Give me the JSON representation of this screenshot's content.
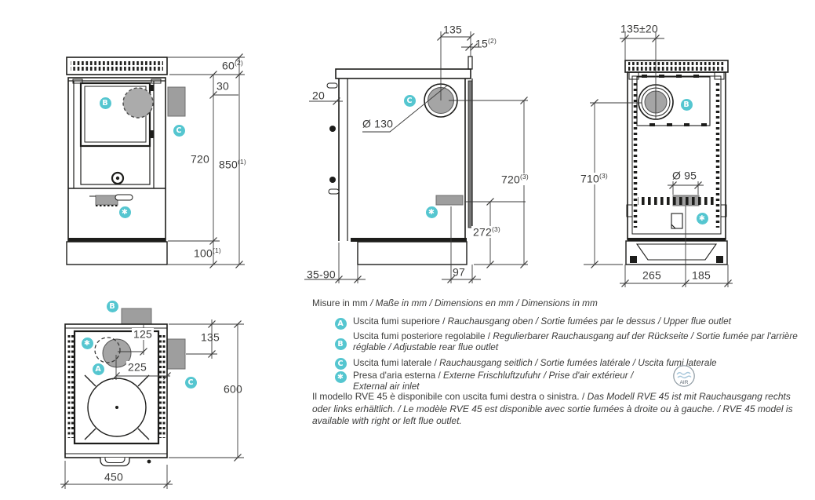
{
  "colors": {
    "accent": "#55c6d0",
    "line": "#1d1d1b",
    "dim_line": "#3a3a39",
    "gray_fill": "#9e9e9e"
  },
  "badges": {
    "a": "A",
    "b": "B",
    "c": "C",
    "air": "✱"
  },
  "views": {
    "front": {
      "dims": {
        "d60": {
          "v": "60",
          "s": "(2)"
        },
        "d30": {
          "v": "30",
          "s": ""
        },
        "d720": {
          "v": "720",
          "s": ""
        },
        "d850": {
          "v": "850",
          "s": "(1)"
        },
        "d100": {
          "v": "100",
          "s": "(1)"
        }
      }
    },
    "side": {
      "dims": {
        "d135": {
          "v": "135",
          "s": ""
        },
        "d15": {
          "v": "15",
          "s": "(2)"
        },
        "d20": {
          "v": "20",
          "s": ""
        },
        "dflue": {
          "v": "Ø 130",
          "s": ""
        },
        "d720": {
          "v": "720",
          "s": "(3)"
        },
        "d272": {
          "v": "272",
          "s": "(3)"
        },
        "d3590": {
          "v": "35-90",
          "s": ""
        },
        "d97": {
          "v": "97",
          "s": ""
        }
      }
    },
    "rear": {
      "dims": {
        "d135": {
          "v": "135±20",
          "s": ""
        },
        "d710": {
          "v": "710",
          "s": "(3)"
        },
        "dair": {
          "v": "Ø 95",
          "s": ""
        },
        "d265": {
          "v": "265",
          "s": ""
        },
        "d185": {
          "v": "185",
          "s": ""
        }
      }
    },
    "top": {
      "dims": {
        "d125": {
          "v": "125",
          "s": ""
        },
        "d135": {
          "v": "135",
          "s": ""
        },
        "d225": {
          "v": "225",
          "s": ""
        },
        "d600": {
          "v": "600",
          "s": ""
        },
        "d450": {
          "v": "450",
          "s": ""
        }
      }
    }
  },
  "legend": {
    "header": {
      "regular": "Misure in mm",
      "italic": " / Maße in mm / Dimensions en mm / Dimensions in mm"
    },
    "items": [
      {
        "badge": "A",
        "regular": "Uscita fumi superiore /",
        "italic": " Rauchausgang oben  / Sortie fumées par le dessus / Upper flue outlet"
      },
      {
        "badge": "B",
        "regular": "Uscita fumi posteriore regolabile /",
        "italic": " Regulierbarer Rauchausgang auf der Rückseite / Sortie fumée par l'arrière réglable / Adjustable rear flue outlet"
      },
      {
        "badge": "C",
        "regular": "Uscita fumi laterale /",
        "italic": " Rauchausgang seitlich  / Sortie fumées latérale / Uscita fumi laterale"
      },
      {
        "badge": "✱",
        "regular": "Presa d'aria esterna /",
        "italic": " Externe Frischluftzufuhr / Prise d'air extérieur / External air inlet"
      }
    ],
    "air_logo_label": "AIR",
    "note": {
      "regular": "Il modello RVE 45 è disponibile con uscita fumi destra o sinistra. /",
      "italic": " Das Modell RVE 45 ist mit Rauchausgang rechts oder links erhältlich. / Le modèle RVE 45 est disponible avec sortie fumées à droite ou à gauche. / RVE 45 model is available with right or left flue outlet."
    }
  }
}
